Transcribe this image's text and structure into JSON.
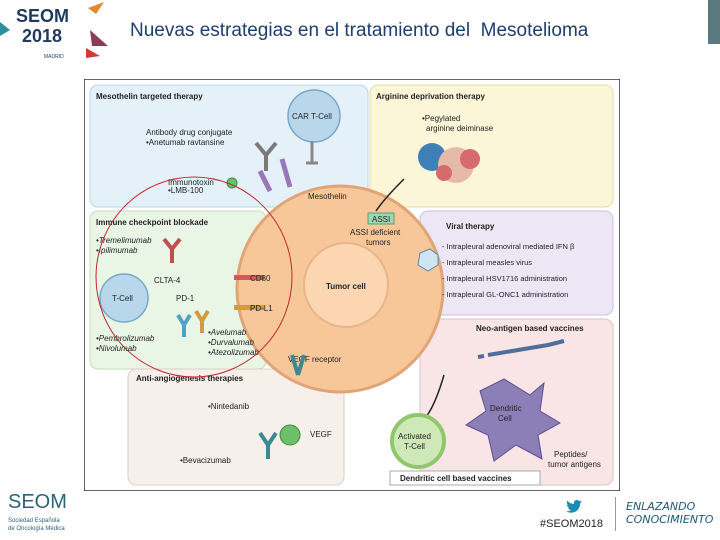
{
  "slide": {
    "title": "Nuevas estrategias en el tratamiento del  Mesotelioma",
    "hashtag": "#SEOM2018",
    "brand_line1": "ENLAZANDO",
    "brand_line2": "CONOCIMIENTO",
    "logo_top_line1": "SEOM",
    "logo_top_line2": "2018",
    "logo_top_city": "MADRID",
    "logo_bottom_name": "SEOM",
    "logo_bottom_line1": "Sociedad Española",
    "logo_bottom_line2": "de Oncología Médica"
  },
  "colors": {
    "title": "#1d3e6e",
    "mesothelin_panel": "#e4f1f9",
    "arginine_panel": "#fbf6d8",
    "checkpoint_panel": "#e9f6e6",
    "viral_panel": "#ede6f4",
    "neoantigen_panel": "#f9e4e6",
    "tumor_cell": "#f7c79a",
    "annotation_circle": "#c0272d"
  },
  "figure": {
    "mesothelin": {
      "header": "Mesothelin targeted therapy",
      "car_t": "CAR T-Cell",
      "adc_line1": "Antibody drug conjugate",
      "adc_line2": "•Anetumab ravtansine",
      "immunotoxin_line1": "Immunotoxin",
      "immunotoxin_line2": "•LMB-100",
      "mesothelin_label": "Mesothelin"
    },
    "arginine": {
      "header": "Arginine deprivation therapy",
      "drug_line1": "•Pegylated",
      "drug_line2": "arginine deiminase"
    },
    "checkpoint": {
      "header": "Immune checkpoint blockade",
      "drugs_a_line1": "•Tremelimumab",
      "drugs_a_line2": "•Ipilimumab",
      "ctla4": "CLTA-4",
      "pd1": "PD-1",
      "tcell": "T-Cell",
      "drugs_b_line1": "•Pembrolizumab",
      "drugs_b_line2": "•Nivolumab",
      "drugs_c_line1": "•Avelumab",
      "drugs_c_line2": "•Durvalumab",
      "drugs_c_line3": "•Atezolizumab"
    },
    "tumor": {
      "label": "Tumor cell",
      "assi_box": "ASSI",
      "assi_line1": "ASSI deficient",
      "assi_line2": "tumors",
      "cd80": "CD80",
      "pdl1": "PD-L1",
      "vegf_receptor": "VEGF receptor"
    },
    "viral": {
      "header": "Viral therapy",
      "items": [
        "- Intrapleural adenoviral mediated IFN β",
        "- Intrapleural measles virus",
        "- Intrapleural HSV1716 administration",
        "- Intrapleural GL-ONC1 administration"
      ]
    },
    "neoantigen": {
      "header": "Neo-antigen based vaccines"
    },
    "angiogenesis": {
      "header": "Anti-angiogenesis therapies",
      "drug1": "•Nintedanib",
      "drug2": "•Bevacizumab",
      "vegf": "VEGF"
    },
    "dendritic": {
      "header": "Dendritic cell based vaccines",
      "activated_line1": "Activated",
      "activated_line2": "T-Cell",
      "dc_line1": "Dendritic",
      "dc_line2": "Cell",
      "peptides_line1": "Peptides/",
      "peptides_line2": "tumor antigens"
    }
  }
}
